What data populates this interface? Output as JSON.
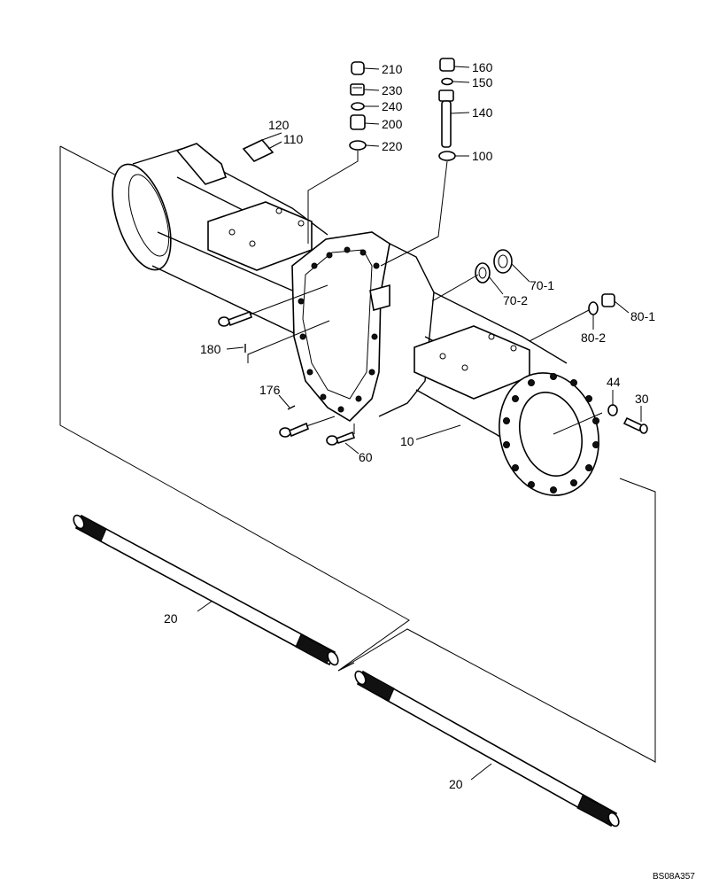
{
  "labels": {
    "p210": "210",
    "p230": "230",
    "p240": "240",
    "p200": "200",
    "p220": "220",
    "p160": "160",
    "p150": "150",
    "p140": "140",
    "p100": "100",
    "p120": "120",
    "p110": "110",
    "p70_1": "70-1",
    "p70_2": "70-2",
    "p80_1": "80-1",
    "p80_2": "80-2",
    "p180": "180",
    "p176": "176",
    "p60": "60",
    "p10": "10",
    "p44": "44",
    "p30": "30",
    "p20_top": "20",
    "p20_bottom": "20"
  },
  "drawing_code": "BS08A357"
}
